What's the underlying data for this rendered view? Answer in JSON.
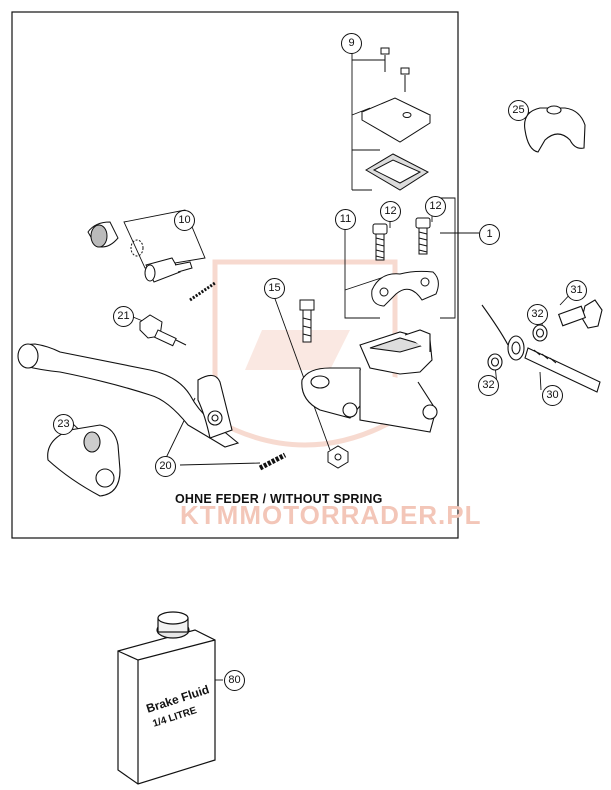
{
  "note": "OHNE FEDER / WITHOUT SPRING",
  "watermark": "KTMMOTORRADER.PL",
  "callouts": {
    "c1": "1",
    "c9": "9",
    "c10": "10",
    "c11": "11",
    "c12a": "12",
    "c12b": "12",
    "c15": "15",
    "c20": "20",
    "c21": "21",
    "c23": "23",
    "c25": "25",
    "c30": "30",
    "c31": "31",
    "c32a": "32",
    "c32b": "32",
    "c80": "80"
  },
  "bottle": {
    "line1": "Brake Fluid",
    "line2": "1/4 LITRE"
  },
  "colors": {
    "ink": "#111111",
    "part_fill": "#ffffff",
    "shade": "#d8d8d8",
    "watermark": "#f3c6b8"
  }
}
